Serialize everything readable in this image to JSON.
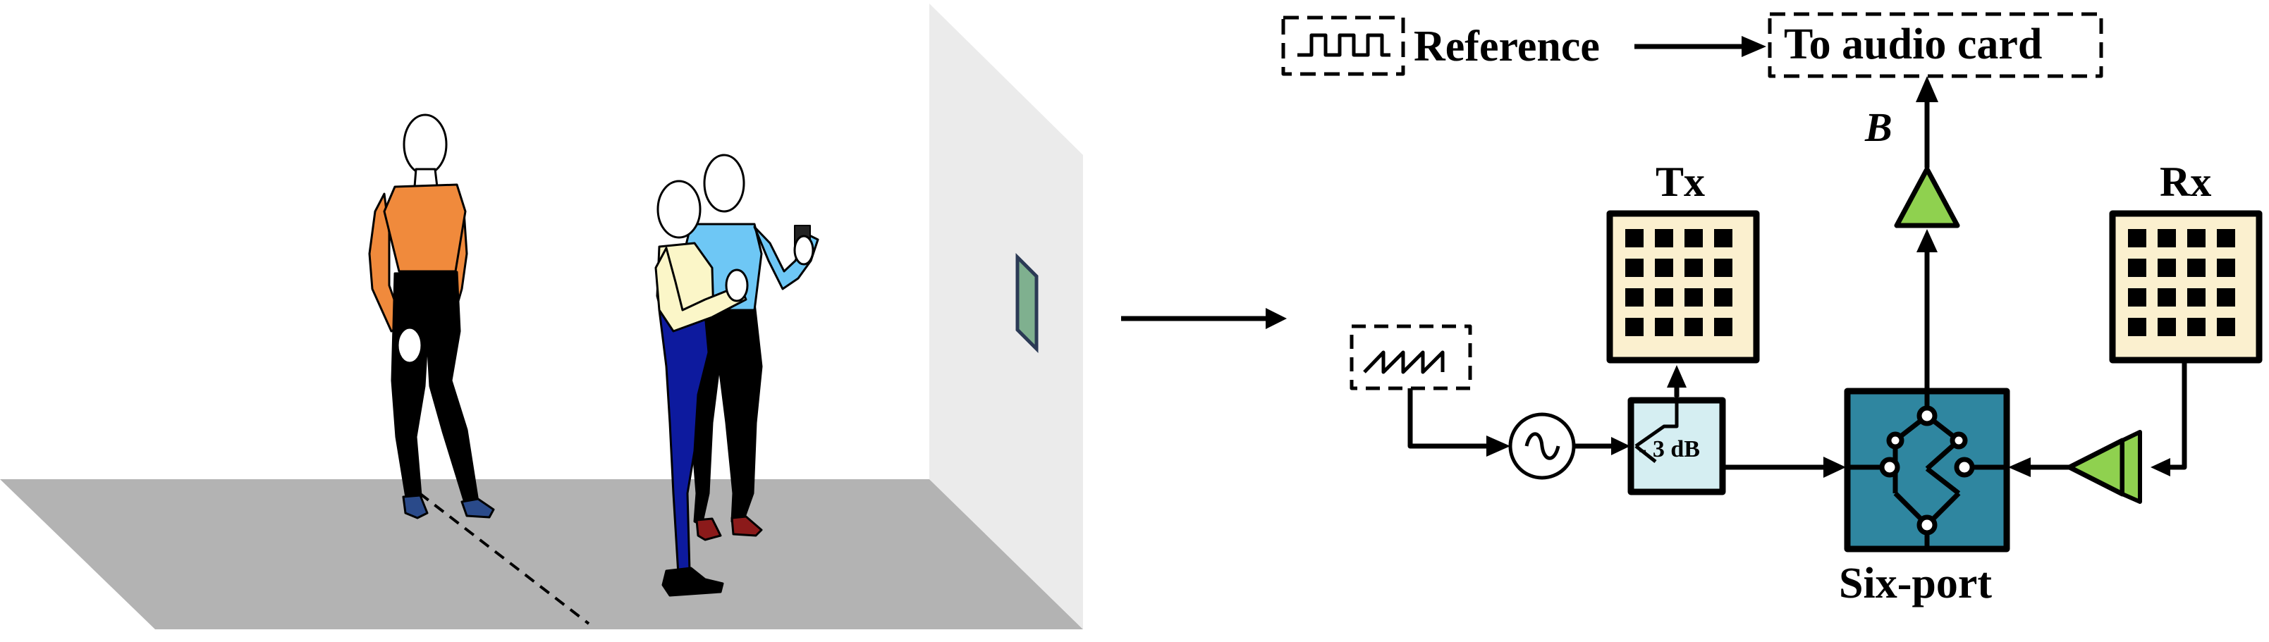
{
  "scene": {
    "colors": {
      "floor": "#b3b3b3",
      "wall": "#ebebeb",
      "window": "#7fb08f",
      "person1_shirt": "#f08a3c",
      "person2_shirt": "#6ec7f5",
      "person3_shirt": "#fbf6c8",
      "person3_pants": "#0d1a9e",
      "shoe_blue": "#2a4a8a",
      "shoe_red": "#8b1a1a"
    }
  },
  "diagram": {
    "reference_label": "Reference",
    "audio_card_label": "To audio card",
    "b_label": "B",
    "tx_label": "Tx",
    "rx_label": "Rx",
    "attenuator_label": "- 3 dB",
    "sixport_label": "Six-port",
    "colors": {
      "antenna_fill": "#fbf0cf",
      "coupler_fill": "#d5eef2",
      "sixport_fill": "#2f86a0",
      "amp_fill": "#8fd14f"
    }
  }
}
